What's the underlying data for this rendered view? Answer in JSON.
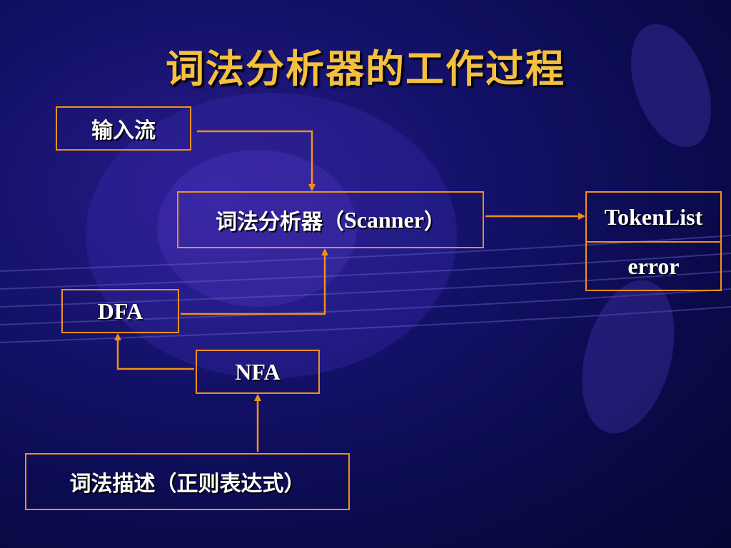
{
  "title": "词法分析器的工作过程",
  "nodes": {
    "input_stream": "输入流",
    "scanner": {
      "prefix": "词法分析器（",
      "name": "Scanner",
      "suffix": "）"
    },
    "token_list": "TokenList",
    "error": "error",
    "dfa": "DFA",
    "nfa": "NFA",
    "lexical_description": "词法描述（正则表达式）"
  },
  "colors": {
    "box_border": "#f0901a",
    "arrow": "#f0901a",
    "title": "#f5c040",
    "text": "#ffffff",
    "background": "#14126a"
  }
}
